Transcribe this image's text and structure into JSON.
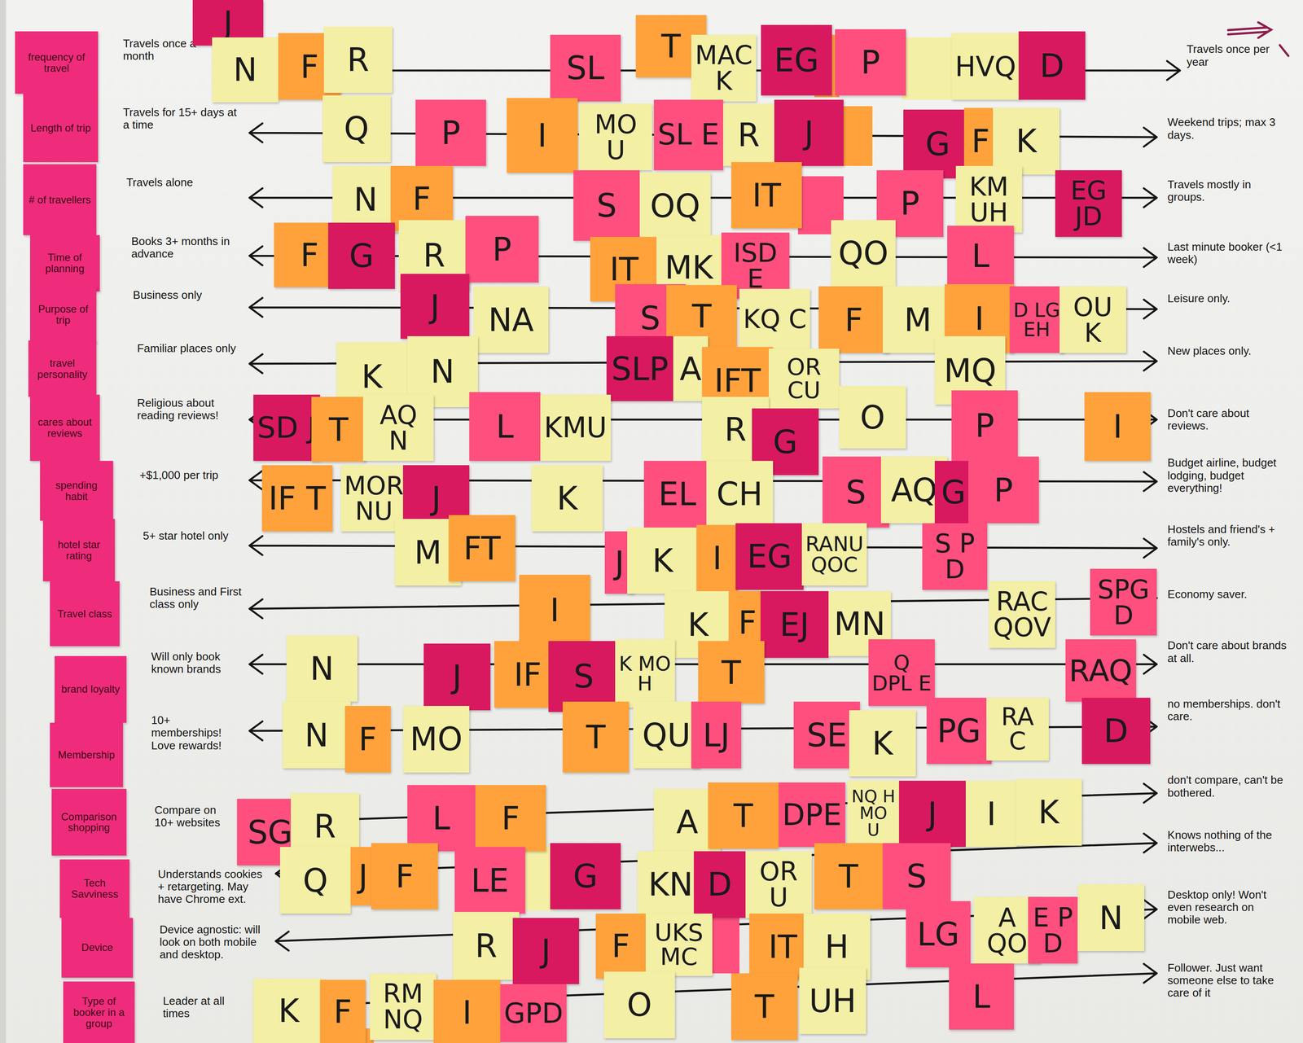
{
  "diagram": {
    "nodes": [
      {
        "text": [
          "frequency of travel"
        ]
      },
      {
        "text": [
          "Length of trip"
        ]
      },
      {
        "text": [
          "# of travellers"
        ]
      },
      {
        "text": [
          "Time of planning"
        ]
      },
      {
        "text": [
          "Purpose of trip"
        ]
      },
      {
        "text": [
          "travel personality"
        ]
      },
      {
        "text": [
          "cares about reviews"
        ]
      },
      {
        "text": [
          "spending habit"
        ]
      },
      {
        "text": [
          "hotel star rating"
        ]
      },
      {
        "text": [
          "Travel class"
        ]
      },
      {
        "text": [
          "brand loyalty"
        ]
      },
      {
        "text": [
          "Membership"
        ]
      },
      {
        "text": [
          "Comparison shopping"
        ]
      },
      {
        "text": [
          "Tech Savviness"
        ]
      },
      {
        "text": [
          "Device"
        ]
      },
      {
        "text": [
          "Type of booker in a group"
        ]
      },
      {
        "text": [
          "J"
        ]
      },
      {
        "text": [
          "N"
        ]
      },
      {
        "text": [
          "F"
        ]
      },
      {
        "text": [
          "R"
        ]
      },
      {
        "text": [
          "SL"
        ]
      },
      {
        "text": [
          "T"
        ]
      },
      {
        "text": [
          "MAC K"
        ]
      },
      {
        "text": [
          "EG"
        ]
      },
      {
        "text": [
          "P"
        ]
      },
      {
        "text": [
          "HVQ"
        ]
      },
      {
        "text": [
          "D"
        ]
      },
      {
        "text": [
          "Q"
        ]
      },
      {
        "text": [
          "P"
        ]
      },
      {
        "text": [
          "I"
        ]
      },
      {
        "text": [
          "MO U"
        ]
      },
      {
        "text": [
          "SL E"
        ]
      },
      {
        "text": [
          "R"
        ]
      },
      {
        "text": [
          "J"
        ]
      },
      {
        "text": [
          "G"
        ]
      },
      {
        "text": [
          "F"
        ]
      },
      {
        "text": [
          "K"
        ]
      },
      {
        "text": [
          "N"
        ]
      },
      {
        "text": [
          "F"
        ]
      },
      {
        "text": [
          "S"
        ]
      },
      {
        "text": [
          "OQ"
        ]
      },
      {
        "text": [
          "IT"
        ]
      },
      {
        "text": [
          "P"
        ]
      },
      {
        "text": [
          "KM UH"
        ]
      },
      {
        "text": [
          "EG JD"
        ]
      },
      {
        "text": [
          "F"
        ]
      },
      {
        "text": [
          "G"
        ]
      },
      {
        "text": [
          "R"
        ]
      },
      {
        "text": [
          "P"
        ]
      },
      {
        "text": [
          "IT"
        ]
      },
      {
        "text": [
          "MK"
        ]
      },
      {
        "text": [
          "ISD E"
        ]
      },
      {
        "text": [
          "QO"
        ]
      },
      {
        "text": [
          "L"
        ]
      },
      {
        "text": [
          "J"
        ]
      },
      {
        "text": [
          "NA"
        ]
      },
      {
        "text": [
          "S"
        ]
      },
      {
        "text": [
          "T"
        ]
      },
      {
        "text": [
          "KQ C"
        ]
      },
      {
        "text": [
          "F"
        ]
      },
      {
        "text": [
          "M"
        ]
      },
      {
        "text": [
          "I"
        ]
      },
      {
        "text": [
          "D LG EH"
        ]
      },
      {
        "text": [
          "OU K"
        ]
      },
      {
        "text": [
          "K"
        ]
      },
      {
        "text": [
          "N"
        ]
      },
      {
        "text": [
          "SLP"
        ]
      },
      {
        "text": [
          "A"
        ]
      },
      {
        "text": [
          "IFT"
        ]
      },
      {
        "text": [
          "OR CU"
        ]
      },
      {
        "text": [
          "MQ"
        ]
      },
      {
        "text": [
          "SD J"
        ]
      },
      {
        "text": [
          "T"
        ]
      },
      {
        "text": [
          "AQ N"
        ]
      },
      {
        "text": [
          "L"
        ]
      },
      {
        "text": [
          "KMU"
        ]
      },
      {
        "text": [
          "R"
        ]
      },
      {
        "text": [
          "G"
        ]
      },
      {
        "text": [
          "O"
        ]
      },
      {
        "text": [
          "P"
        ]
      },
      {
        "text": [
          "I"
        ]
      },
      {
        "text": [
          "IF T"
        ]
      },
      {
        "text": [
          "MOR NU"
        ]
      },
      {
        "text": [
          "J"
        ]
      },
      {
        "text": [
          "K"
        ]
      },
      {
        "text": [
          "EL"
        ]
      },
      {
        "text": [
          "CH"
        ]
      },
      {
        "text": [
          "S"
        ]
      },
      {
        "text": [
          "AQ"
        ]
      },
      {
        "text": [
          "G"
        ]
      },
      {
        "text": [
          "P"
        ]
      },
      {
        "text": [
          "M"
        ]
      },
      {
        "text": [
          "FT"
        ]
      },
      {
        "text": [
          "J"
        ]
      },
      {
        "text": [
          "K"
        ]
      },
      {
        "text": [
          "I"
        ]
      },
      {
        "text": [
          "EG"
        ]
      },
      {
        "text": [
          "RANU QOC"
        ]
      },
      {
        "text": [
          "S P D"
        ]
      },
      {
        "text": [
          "I"
        ]
      },
      {
        "text": [
          "K"
        ]
      },
      {
        "text": [
          "F"
        ]
      },
      {
        "text": [
          "EJ"
        ]
      },
      {
        "text": [
          "MN"
        ]
      },
      {
        "text": [
          "RAC QOV"
        ]
      },
      {
        "text": [
          "SPG D"
        ]
      },
      {
        "text": [
          "N"
        ]
      },
      {
        "text": [
          "J"
        ]
      },
      {
        "text": [
          "IF"
        ]
      },
      {
        "text": [
          "S"
        ]
      },
      {
        "text": [
          "K MO H"
        ]
      },
      {
        "text": [
          "T"
        ]
      },
      {
        "text": [
          "Q DPL E"
        ]
      },
      {
        "text": [
          "RAQ"
        ]
      },
      {
        "text": [
          "N"
        ]
      },
      {
        "text": [
          "F"
        ]
      },
      {
        "text": [
          "MO"
        ]
      },
      {
        "text": [
          "T"
        ]
      },
      {
        "text": [
          "QU"
        ]
      },
      {
        "text": [
          "LJ"
        ]
      },
      {
        "text": [
          "SE"
        ]
      },
      {
        "text": [
          "K"
        ]
      },
      {
        "text": [
          "PG"
        ]
      },
      {
        "text": [
          "RA C"
        ]
      },
      {
        "text": [
          "D"
        ]
      },
      {
        "text": [
          "SG"
        ]
      },
      {
        "text": [
          "R"
        ]
      },
      {
        "text": [
          "L"
        ]
      },
      {
        "text": [
          "F"
        ]
      },
      {
        "text": [
          "A"
        ]
      },
      {
        "text": [
          "T"
        ]
      },
      {
        "text": [
          "DPE"
        ]
      },
      {
        "text": [
          "NQ H MO U"
        ]
      },
      {
        "text": [
          "J"
        ]
      },
      {
        "text": [
          "I"
        ]
      },
      {
        "text": [
          "K"
        ]
      },
      {
        "text": [
          "Q"
        ]
      },
      {
        "text": [
          "J"
        ]
      },
      {
        "text": [
          "F"
        ]
      },
      {
        "text": [
          "LE"
        ]
      },
      {
        "text": [
          "G"
        ]
      },
      {
        "text": [
          "KN"
        ]
      },
      {
        "text": [
          "D"
        ]
      },
      {
        "text": [
          "OR U"
        ]
      },
      {
        "text": [
          "T"
        ]
      },
      {
        "text": [
          "S"
        ]
      },
      {
        "text": [
          "R"
        ]
      },
      {
        "text": [
          "J"
        ]
      },
      {
        "text": [
          "F"
        ]
      },
      {
        "text": [
          "UKS MC"
        ]
      },
      {
        "text": [
          "IT"
        ]
      },
      {
        "text": [
          "H"
        ]
      },
      {
        "text": [
          "LG"
        ]
      },
      {
        "text": [
          "A QO"
        ]
      },
      {
        "text": [
          "E P D"
        ]
      },
      {
        "text": [
          "N"
        ]
      },
      {
        "text": [
          "K"
        ]
      },
      {
        "text": [
          "F"
        ]
      },
      {
        "text": [
          "RM NQ"
        ]
      },
      {
        "text": [
          "I"
        ]
      },
      {
        "text": [
          "GPD"
        ]
      },
      {
        "text": [
          "O"
        ]
      },
      {
        "text": [
          "T"
        ]
      },
      {
        "text": [
          "UH"
        ]
      },
      {
        "text": [
          "L"
        ]
      }
    ],
    "labels": [
      "Travels once a month",
      "Travels once per year",
      "Travels for 15+ days at a time",
      "Weekend trips; max 3 days.",
      "Travels alone",
      "Travels mostly in groups.",
      "Books 3+ months in advance",
      "Last minute booker (<1 week)",
      "Business only",
      "Leisure only.",
      "Familiar places only",
      "New places only.",
      "Religious about reading reviews!",
      "Don't care about reviews.",
      "+$1,000 per trip",
      "Budget airline, budget lodging, budget everything!",
      "5+ star hotel only",
      "Hostels and friend's + family's only.",
      "Business and First class only",
      "Economy saver.",
      "Will only book known brands",
      "Don't care about brands at all.",
      "10+ memberships! Love rewards!",
      "no memberships. don't care.",
      "Compare on 10+ websites",
      "don't compare, can't be bothered.",
      "Understands cookies + retargeting. May have Chrome ext.",
      "Knows nothing of the interwebs...",
      "Device agnostic: will look on both mobile and desktop.",
      "Desktop only! Won't even research on mobile web.",
      "Leader at all times",
      "Follower. Just want someone else to take care of it"
    ]
  }
}
